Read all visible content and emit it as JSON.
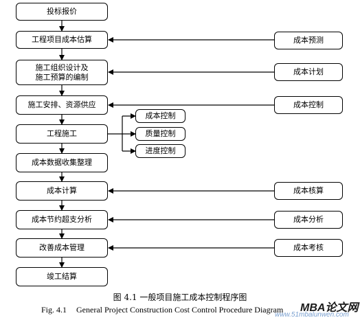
{
  "main_flow": [
    {
      "id": "bid",
      "label": "投标报价"
    },
    {
      "id": "estimate",
      "label": "工程项目成本估算"
    },
    {
      "id": "design",
      "label": "施工组织设计及\n施工预算的编制"
    },
    {
      "id": "arrange",
      "label": "施工安排、资源供应"
    },
    {
      "id": "construction",
      "label": "工程施工"
    },
    {
      "id": "collect",
      "label": "成本数据收集整理"
    },
    {
      "id": "calc",
      "label": "成本计算"
    },
    {
      "id": "saving",
      "label": "成本节约超支分析"
    },
    {
      "id": "improve",
      "label": "改善成本管理"
    },
    {
      "id": "settle",
      "label": "竣工结算"
    }
  ],
  "side_boxes": [
    {
      "id": "forecast",
      "label": "成本预测"
    },
    {
      "id": "plan",
      "label": "成本计划"
    },
    {
      "id": "control",
      "label": "成本控制"
    },
    {
      "id": "accounting",
      "label": "成本核算"
    },
    {
      "id": "analysis",
      "label": "成本分析"
    },
    {
      "id": "assessment",
      "label": "成本考核"
    }
  ],
  "sub_boxes": [
    {
      "id": "sub_cost",
      "label": "成本控制"
    },
    {
      "id": "sub_quality",
      "label": "质量控制"
    },
    {
      "id": "sub_progress",
      "label": "进度控制"
    }
  ],
  "caption": {
    "cn": "图 4.1    一般项目施工成本控制程序图",
    "en_number": "Fig. 4.1",
    "en_title": "General Project Construction Cost Control Procedure Diagram"
  },
  "watermark": {
    "logo": "MBA论文网",
    "url": "www.51mbalunwen.com"
  }
}
